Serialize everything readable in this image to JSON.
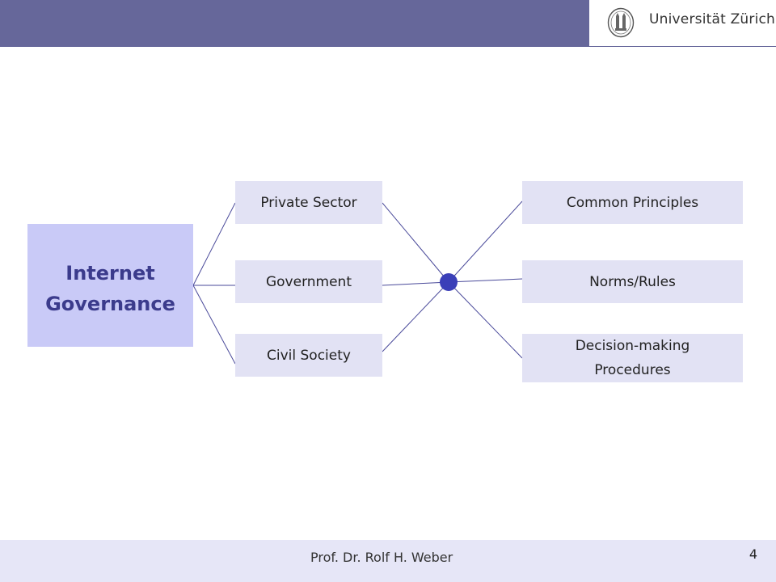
{
  "header": {
    "university_name": "Universität Zürich"
  },
  "diagram": {
    "main_node": {
      "line1": "Internet",
      "line2": "Governance"
    },
    "actors": [
      "Private Sector",
      "Government",
      "Civil Society"
    ],
    "outcomes": {
      "common_principles": "Common Principles",
      "norms_rules": "Norms/Rules",
      "decision_making_line1": "Decision-making",
      "decision_making_line2": "Procedures"
    },
    "colors": {
      "main_node_fill": "#c9caf7",
      "main_node_text": "#3b3b8c",
      "box_fill": "#e2e2f4",
      "connector": "#4a4a9a",
      "hub": "#3a3fb8"
    }
  },
  "footer": {
    "author": "Prof. Dr. Rolf H. Weber",
    "page_number": "4"
  }
}
